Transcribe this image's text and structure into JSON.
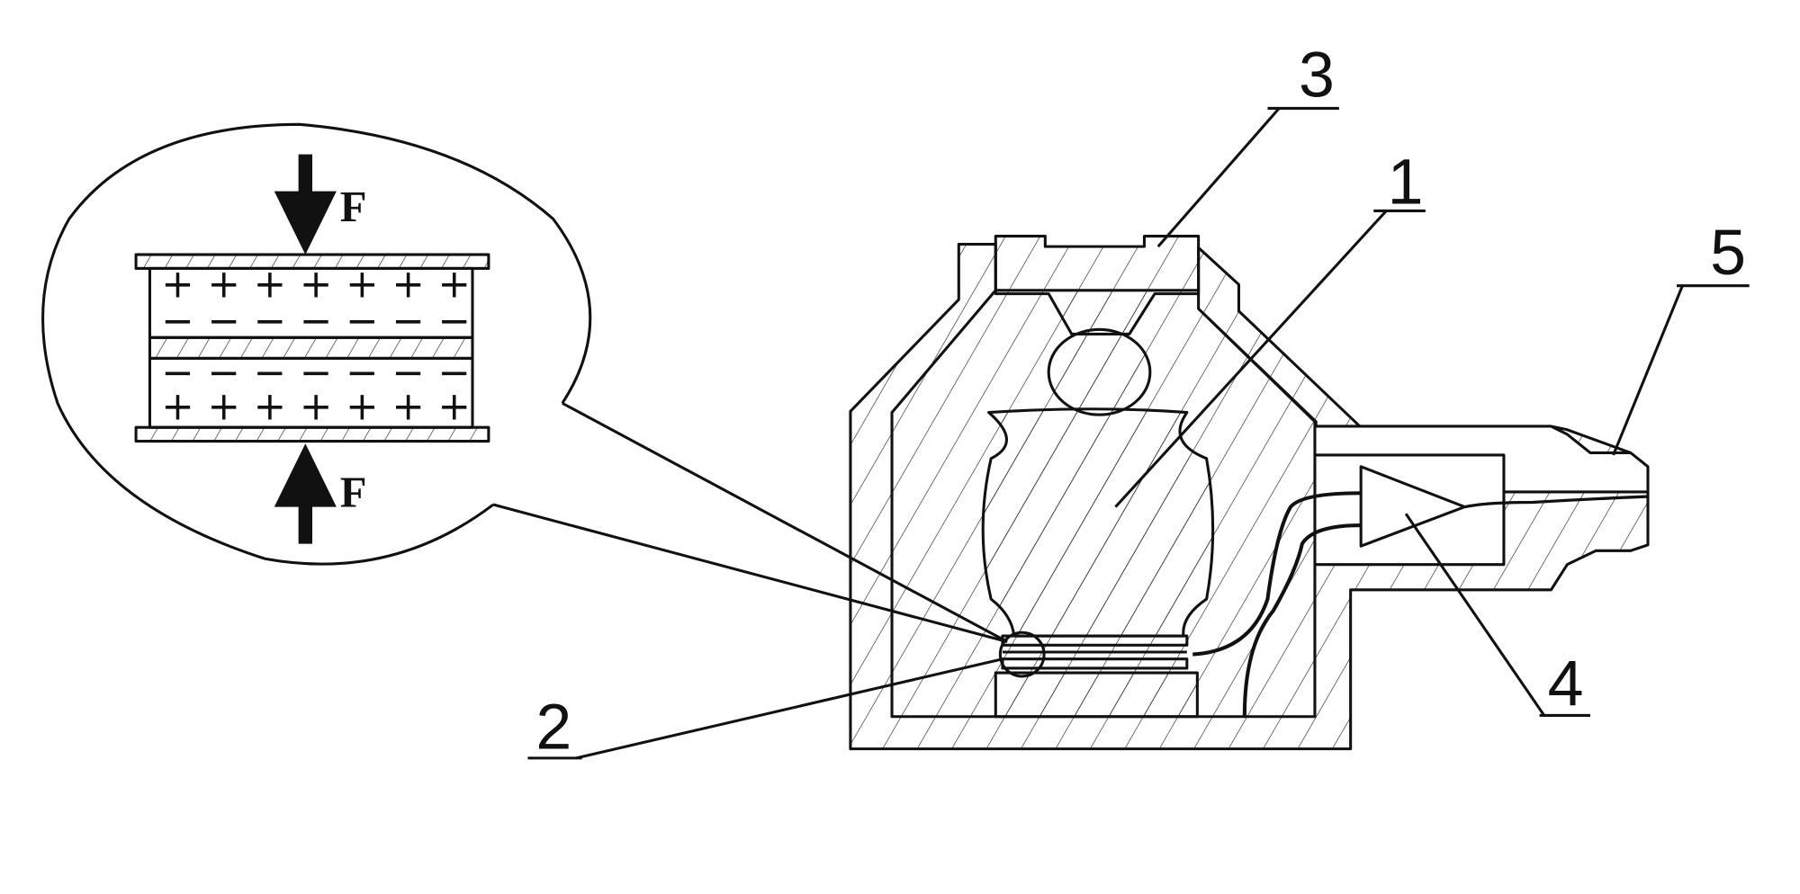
{
  "diagram": {
    "callouts": [
      "1",
      "2",
      "3",
      "4",
      "5"
    ],
    "force_label": "F",
    "plus_sign": "+",
    "minus_sign": "−"
  }
}
